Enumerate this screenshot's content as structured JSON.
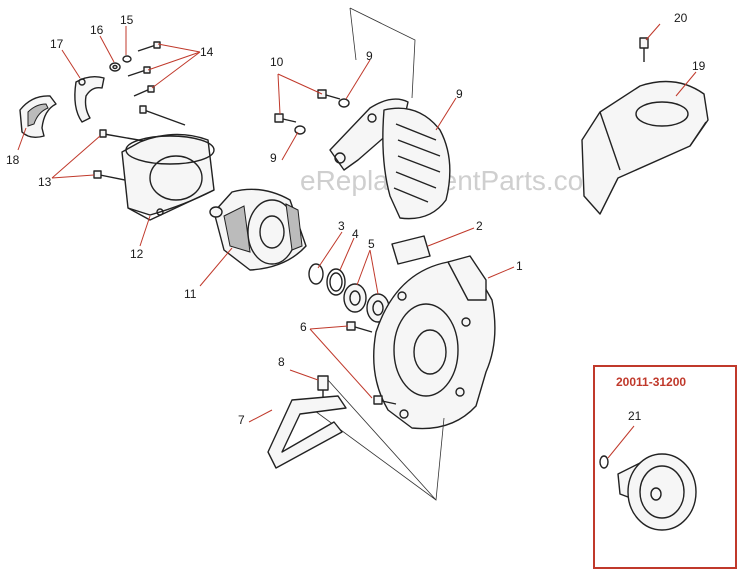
{
  "watermark": "eReplacementParts.com",
  "kit": {
    "number": "20011-31200",
    "border_color": "#c0392b"
  },
  "callouts": {
    "c1": "1",
    "c2": "2",
    "c3": "3",
    "c4": "4",
    "c5": "5",
    "c6": "6",
    "c7": "7",
    "c8": "8",
    "c9a": "9",
    "c9b": "9",
    "c9c": "9",
    "c10": "10",
    "c11": "11",
    "c12": "12",
    "c13": "13",
    "c14": "14",
    "c15": "15",
    "c16": "16",
    "c17": "17",
    "c18": "18",
    "c19": "19",
    "c20": "20",
    "c21": "21"
  },
  "colors": {
    "leader": "#c0392b",
    "line": "#222222",
    "label": "#1a1a1a"
  }
}
